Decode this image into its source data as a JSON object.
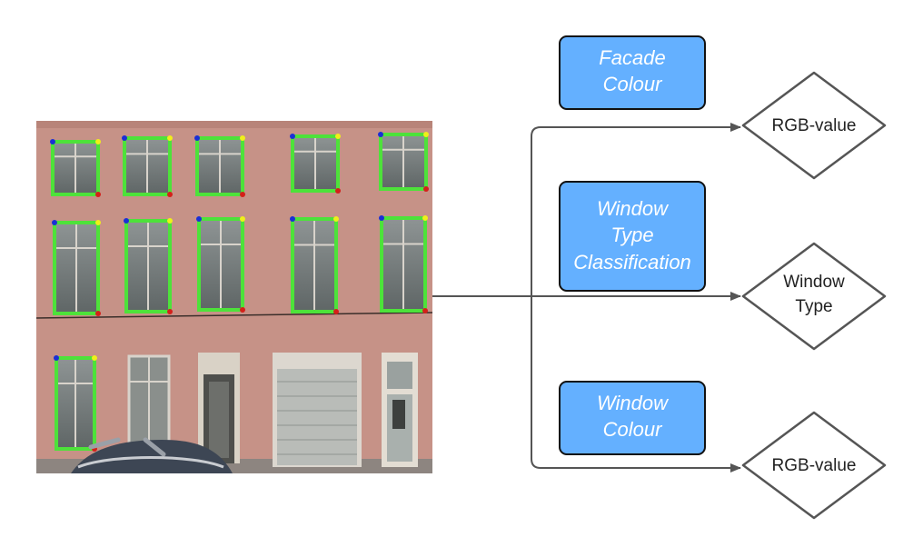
{
  "diagram": {
    "boxes": [
      {
        "id": "facade-colour",
        "lines": [
          "Facade",
          "Colour"
        ]
      },
      {
        "id": "window-type-classification",
        "lines": [
          "Window",
          "Type",
          "Classification"
        ]
      },
      {
        "id": "window-colour",
        "lines": [
          "Window",
          "Colour"
        ]
      }
    ],
    "outputs": [
      {
        "id": "rgb-value-facade",
        "lines": [
          "RGB-value"
        ]
      },
      {
        "id": "window-type",
        "lines": [
          "Window",
          "Type"
        ]
      },
      {
        "id": "rgb-value-window",
        "lines": [
          "RGB-value"
        ]
      }
    ],
    "colors": {
      "box_fill": "#64b0ff",
      "box_stroke": "#111111",
      "arrow": "#555555",
      "diamond_stroke": "#555555",
      "wall": "#c69287",
      "window_outline": "#4de23a",
      "corner_blue": "#1a2fd6",
      "corner_yellow": "#f0ef1a",
      "corner_red": "#d4201a"
    }
  }
}
